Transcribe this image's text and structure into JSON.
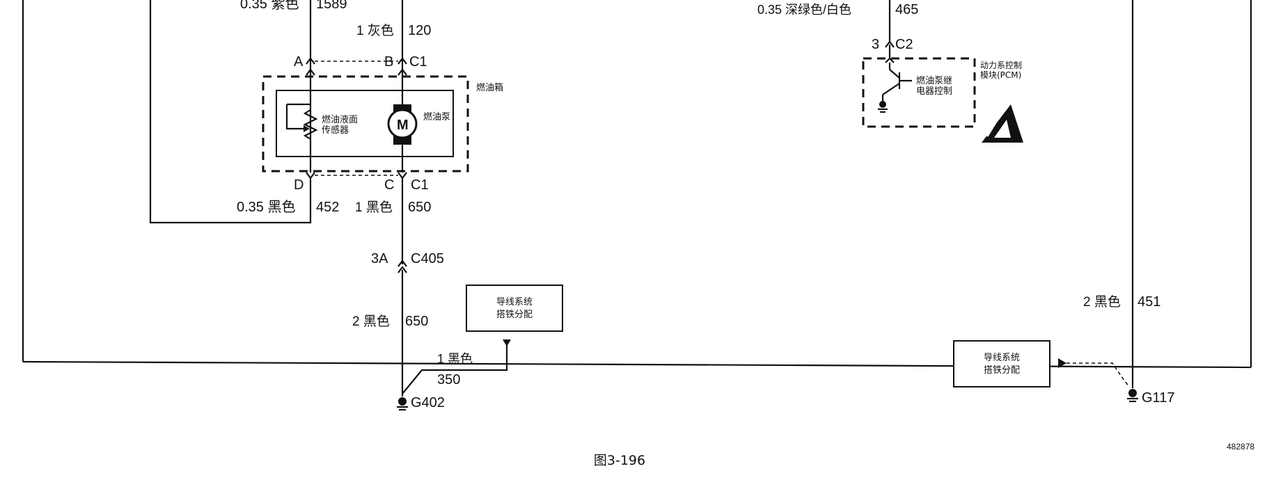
{
  "left_circuit": {
    "top_wire_left": {
      "gauge_color": "0.35 紫色",
      "circuit": "1589"
    },
    "top_wire_mid": {
      "gauge_color": "1 灰色",
      "circuit": "120"
    },
    "conn_a": "A",
    "conn_b": "B",
    "conn_c1_top": "C1",
    "fuel_tank_label": "燃油箱",
    "fuel_level_sensor": [
      "燃油液面",
      "传感器"
    ],
    "pump_label": "燃油泵",
    "motor_symbol": "M",
    "conn_d": "D",
    "conn_c": "C",
    "conn_c1_bottom": "C1",
    "wire_452": {
      "gauge_color": "0.35 黑色",
      "circuit": "452"
    },
    "wire_650a": {
      "gauge_color": "1 黑色",
      "circuit": "650"
    },
    "conn_3a": "3A",
    "conn_c405": "C405",
    "wire_650b": {
      "gauge_color": "2 黑色",
      "circuit": "650"
    },
    "ground_dist_box": [
      "导线系统",
      "搭铁分配"
    ],
    "wire_350": {
      "gauge_color": "1 黑色",
      "circuit": "350"
    },
    "ground_g402": "G402"
  },
  "right_circuit": {
    "top_wire": {
      "gauge_color": "0.35 深绿色/白色",
      "circuit": "465"
    },
    "conn_pin": "3",
    "conn_c2": "C2",
    "pcm_label": [
      "动力系控制",
      "模块(PCM)"
    ],
    "relay_ctrl": [
      "燃油泵继",
      "电器控制"
    ],
    "wire_451": {
      "gauge_color": "2 黑色",
      "circuit": "451"
    },
    "ground_dist_box": [
      "导线系统",
      "搭铁分配"
    ],
    "ground_g117": "G117"
  },
  "doc_id": "482878",
  "caption": "图3-196"
}
